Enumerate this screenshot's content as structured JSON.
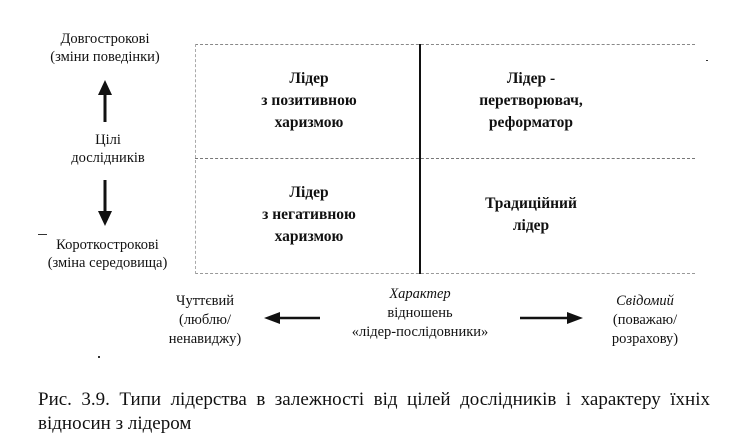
{
  "vertical_axis": {
    "top_label_line1": "Довгострокові",
    "top_label_line2": "(зміни поведінки)",
    "middle_label_line1": "Цілі",
    "middle_label_line2": "дослідників",
    "bottom_label_line1": "Короткострокові",
    "bottom_label_line2": "(зміна середовища)"
  },
  "matrix": {
    "top_left": [
      "Лідер",
      "з позитивною",
      "харизмою"
    ],
    "top_right": [
      "Лідер -",
      "перетворювач,",
      "реформатор"
    ],
    "bottom_left": [
      "Лідер",
      "з негативною",
      "харизмою"
    ],
    "bottom_right": [
      "Традиційний",
      "лідер"
    ]
  },
  "horizontal_axis": {
    "left_line1": "Чуттєвий",
    "left_line2": "(люблю/",
    "left_line3": "ненавиджу)",
    "middle_line1": "Характер",
    "middle_line2": "відношень",
    "middle_line3": "«лідер-послідовники»",
    "right_line1": "Свідомий",
    "right_line2": "(поважаю/",
    "right_line3": "розрахову)"
  },
  "caption": "Рис. 3.9. Типи лідерства в залежності від цілей дослідників і характеру їхніх відносин з лідером"
}
